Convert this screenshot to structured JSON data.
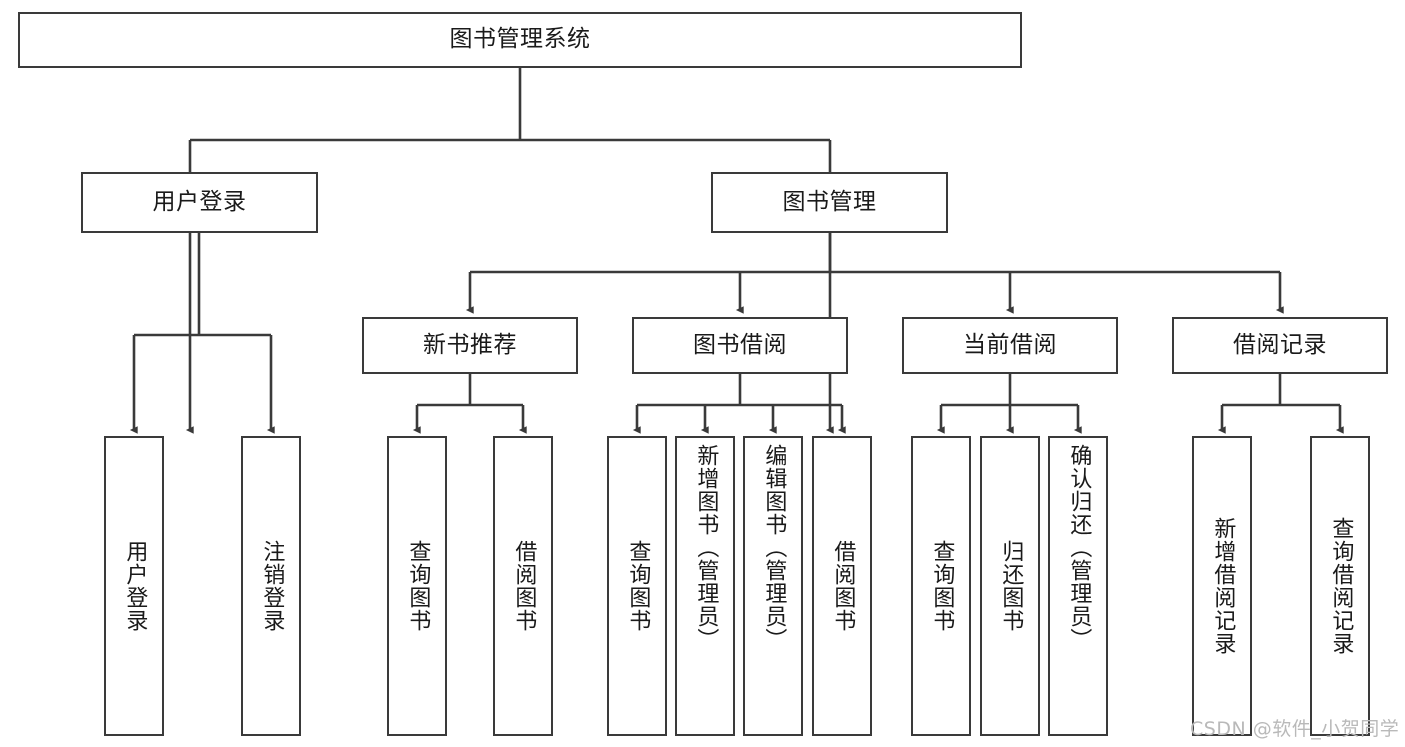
{
  "diagram": {
    "type": "tree-hierarchy-chart",
    "title": "图书管理系统",
    "orientation": "top-down",
    "levels": 4,
    "root": {
      "id": "root",
      "label": "图书管理系统",
      "text_direction": "horizontal"
    },
    "level2": [
      {
        "id": "user-login",
        "label": "用户登录",
        "text_direction": "horizontal"
      },
      {
        "id": "book-management",
        "label": "图书管理",
        "text_direction": "horizontal"
      }
    ],
    "level3": [
      {
        "id": "new-book-recommend",
        "label": "新书推荐",
        "text_direction": "horizontal",
        "parent": "book-management"
      },
      {
        "id": "book-borrow",
        "label": "图书借阅",
        "text_direction": "horizontal",
        "parent": "book-management"
      },
      {
        "id": "current-borrow",
        "label": "当前借阅",
        "text_direction": "horizontal",
        "parent": "book-management"
      },
      {
        "id": "borrow-record",
        "label": "借阅记录",
        "text_direction": "horizontal",
        "parent": "book-management"
      }
    ],
    "leaves": [
      {
        "id": "leaf-user-login",
        "label": "用户登录",
        "parent": "user-login",
        "text_direction": "vertical"
      },
      {
        "id": "leaf-logout-login",
        "label": "注销登录",
        "parent": "user-login",
        "text_direction": "vertical"
      },
      {
        "id": "leaf-query-book-1",
        "label": "查询图书",
        "parent": "new-book-recommend",
        "text_direction": "vertical"
      },
      {
        "id": "leaf-borrow-book-1",
        "label": "借阅图书",
        "parent": "new-book-recommend",
        "text_direction": "vertical"
      },
      {
        "id": "leaf-query-book-2",
        "label": "查询图书",
        "parent": "book-borrow",
        "text_direction": "vertical"
      },
      {
        "id": "leaf-add-book",
        "label": "新增图书（管理员）",
        "parent": "book-borrow",
        "text_direction": "vertical"
      },
      {
        "id": "leaf-edit-book",
        "label": "编辑图书（管理员）",
        "parent": "book-borrow",
        "text_direction": "vertical"
      },
      {
        "id": "leaf-borrow-book-2",
        "label": "借阅图书",
        "parent": "book-borrow",
        "text_direction": "vertical"
      },
      {
        "id": "leaf-query-book-3",
        "label": "查询图书",
        "parent": "current-borrow",
        "text_direction": "vertical"
      },
      {
        "id": "leaf-return-book",
        "label": "归还图书",
        "parent": "current-borrow",
        "text_direction": "vertical"
      },
      {
        "id": "leaf-confirm-return",
        "label": "确认归还（管理员）",
        "parent": "current-borrow",
        "text_direction": "vertical"
      },
      {
        "id": "leaf-add-record",
        "label": "新增借阅记录",
        "parent": "borrow-record",
        "text_direction": "vertical"
      },
      {
        "id": "leaf-query-record",
        "label": "查询借阅记录",
        "parent": "borrow-record",
        "text_direction": "vertical"
      }
    ],
    "colors": {
      "box_border": "#3a3a3a",
      "box_fill": "#ffffff",
      "connector": "#3a3a3a",
      "text": "#1a1a1a",
      "background": "#ffffff",
      "watermark": "#b9b9b9"
    }
  },
  "watermark": {
    "text": "CSDN @软件_小贺同学"
  }
}
